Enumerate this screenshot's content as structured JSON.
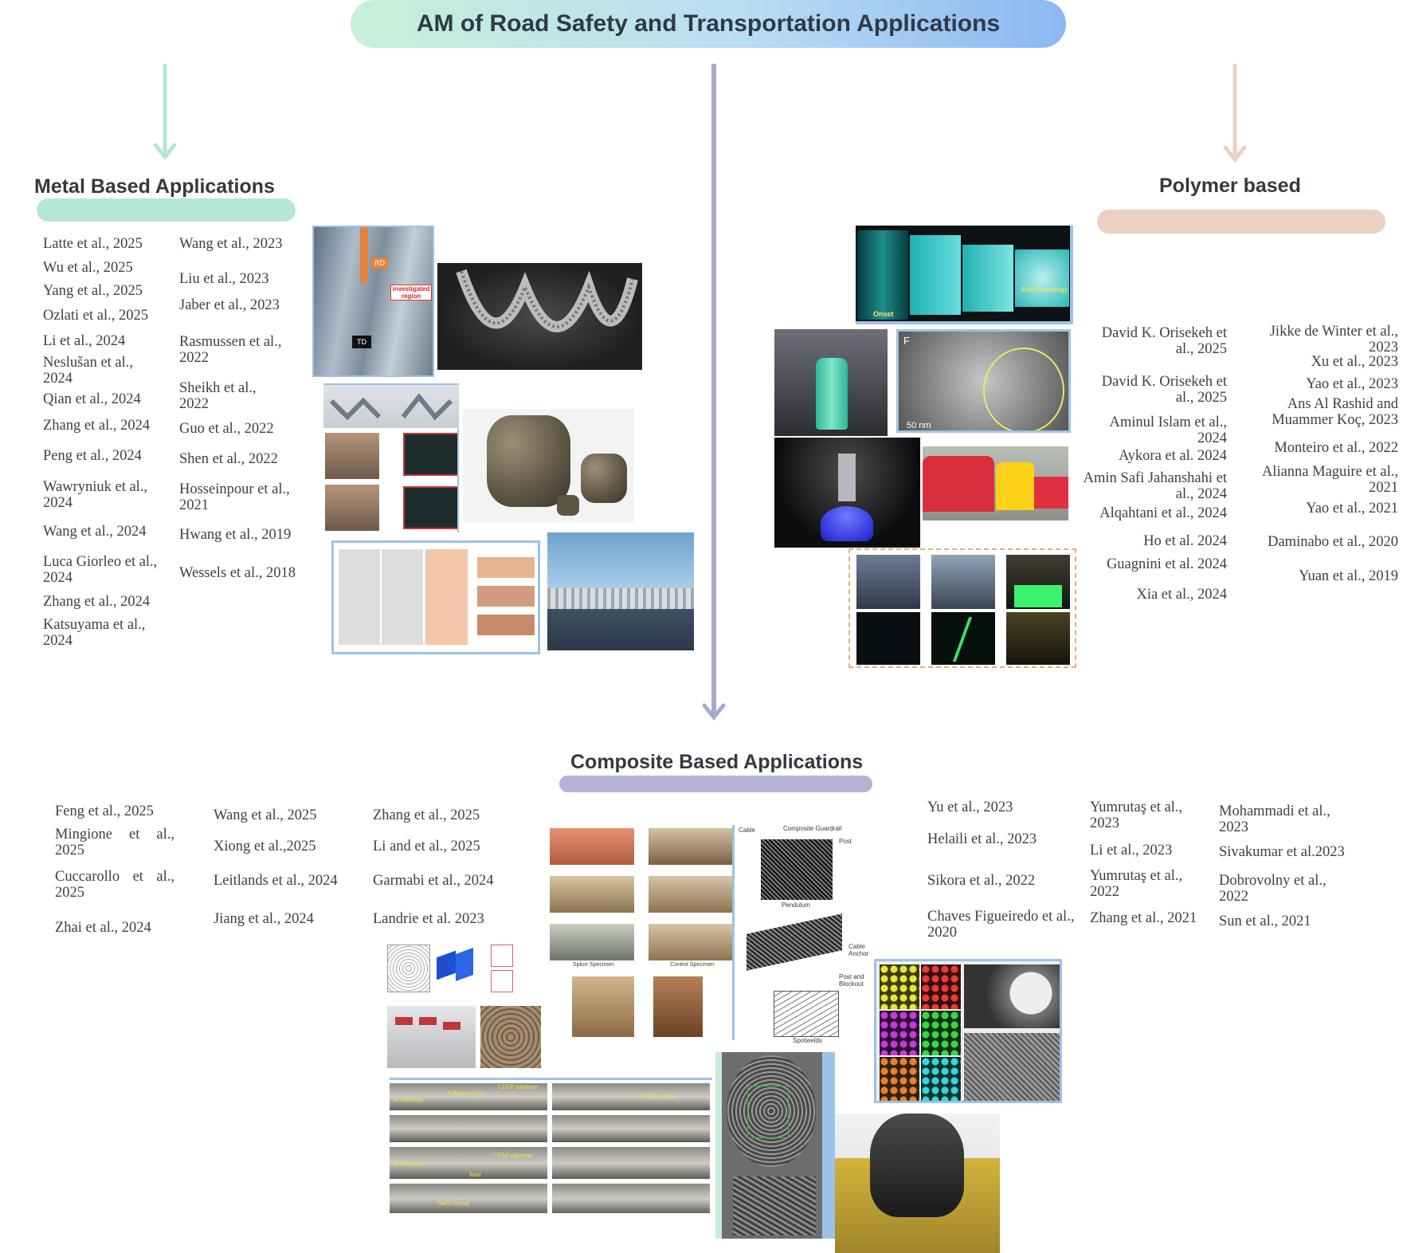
{
  "title": "AM of Road Safety and Transportation Applications",
  "colors": {
    "metal": "#b5e6d6",
    "polymer": "#ecd0c3",
    "composite": "#b4b4d6",
    "center_line": "#a9aacb"
  },
  "metal": {
    "heading": "Metal Based Applications",
    "col1": [
      "Latte et al., 2025",
      "Wu et al., 2025",
      "Yang et al.,  2025",
      "Ozlati et al.,  2025",
      "Li et al.,  2024",
      "Neslušan et al., 2024",
      "Qian et al., 2024",
      "Zhang et al., 2024",
      "Peng et al., 2024",
      "Wawryniuk et al., 2024",
      "Wang et al., 2024",
      "Luca Giorleo et al., 2024",
      "Zhang et al., 2024",
      "Katsuyama et al., 2024"
    ],
    "col2": [
      "Wang et al., 2023",
      "Liu et al., 2023",
      "Jaber et al., 2023",
      "Rasmussen et al., 2022",
      "Sheikh et al., 2022",
      "Guo et al., 2022",
      "Shen et al., 2022",
      "Hosseinpour et al., 2021",
      "Hwang et al., 2019",
      "Wessels et al., 2018"
    ],
    "img_rd": "RD",
    "img_region": "investigated region",
    "img_td": "TD"
  },
  "polymer": {
    "heading": "Polymer based",
    "col1": [
      "David K. Orisekeh et al., 2025",
      "David K. Orisekeh et al., 2025",
      "Aminul Islam et al., 2024",
      "Aykora et al. 2024",
      "Amin Safi Jahanshahi et al., 2024",
      "Alqahtani et al.,  2024",
      "Ho et al. 2024",
      "Guagnini et al. 2024",
      "Xia et al., 2024"
    ],
    "col2": [
      "Jikke de Winter et al., 2023",
      "Xu et al., 2023",
      "Yao et al., 2023",
      "Ans Al Rashid and Muammer Koç, 2023",
      "Monteiro et al., 2022",
      "Alianna Maguire et al., 2021",
      "Yao et al., 2021",
      "Daminabo et al., 2020",
      "Yuan et al., 2019"
    ],
    "img_onset": "Onset",
    "img_end": "End (barreling)",
    "img_f": "F",
    "img_scale": "50 nm"
  },
  "composite": {
    "heading": "Composite Based Applications",
    "col1": [
      "Feng et al., 2025",
      "Mingione    et    al., 2025",
      "Cuccarollo   et   al., 2025",
      "Zhai et al., 2024"
    ],
    "col2": [
      "Wang et al.,  2025",
      "Xiong et al.,2025",
      "Leitlands et al., 2024",
      "Jiang et al., 2024"
    ],
    "col3": [
      "Zhang et al.,  2025",
      "Li and et al.,  2025",
      "Garmabi et al., 2024",
      "Landrie et al.  2023"
    ],
    "col4": [
      "Yu et al., 2023",
      "Helaili et al., 2023",
      "Sikora et al., 2022",
      "Chaves Figueiredo et al., 2020"
    ],
    "col5": [
      "Yumrutaş et al., 2023",
      "Li et al., 2023",
      "Yumrutaş et al., 2022",
      "Zhang et al., 2021"
    ],
    "col6": [
      "Mohammadi et al., 2023",
      "Sivakumar et al.2023",
      "Dobrovolny et al., 2022",
      "Sun et al., 2021"
    ],
    "img_guardrail": "Composite Guardrail",
    "img_cable": "Cable",
    "img_post": "Post",
    "img_pendulum": "Pendulum",
    "img_anchor": "Cable Anchor",
    "img_blockout": "Post and Blockout",
    "img_spotwelds": "Spotwelds",
    "img_splice": "Splice Specimen",
    "img_control": "Control Specimen",
    "img_al": "Al substrate",
    "img_adh": "Adhesive layer",
    "img_cfrp": "CFRP substrate",
    "img_nacl": "NaCl crystal",
    "img_rust": "Rust"
  }
}
